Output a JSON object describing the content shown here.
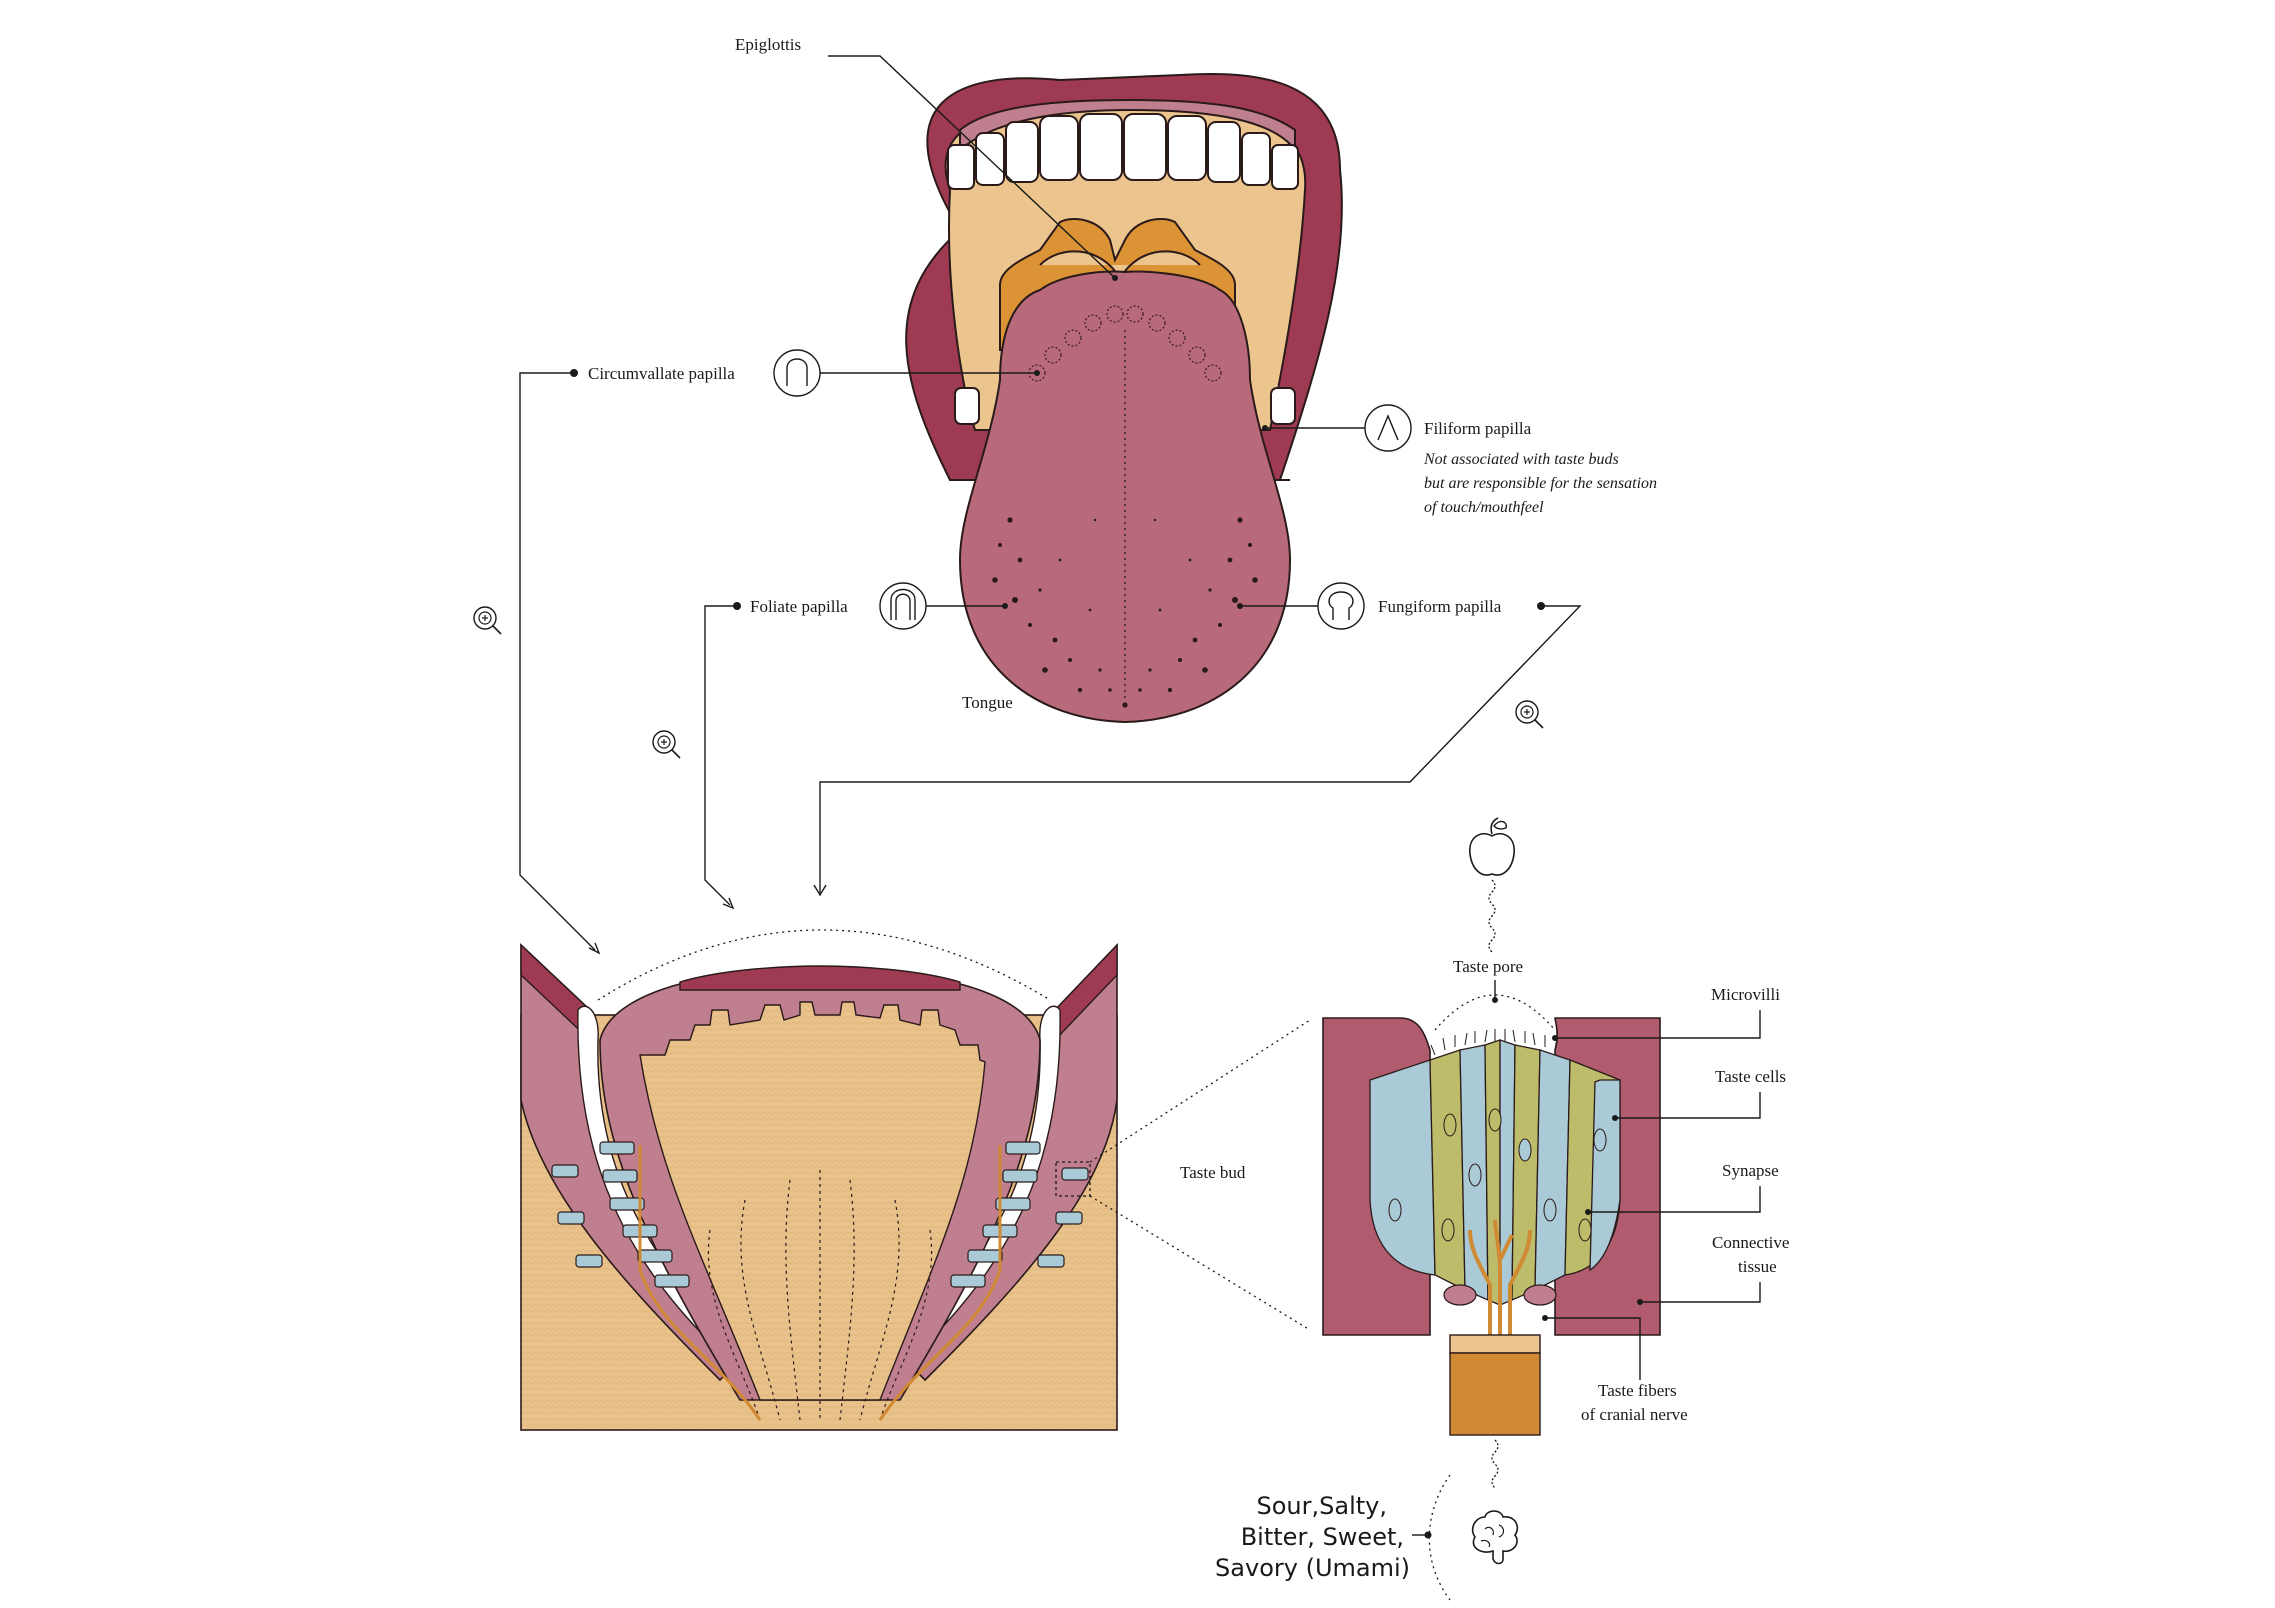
{
  "labels": {
    "epiglottis": "Epiglottis",
    "circumvallate": "Circumvallate papilla",
    "filiform": "Filiform papilla",
    "filiform_note_1": "Not associated with taste buds",
    "filiform_note_2": "but are responsible for the sensation",
    "filiform_note_3": "of touch/mouthfeel",
    "foliate": "Foliate papilla",
    "fungiform": "Fungiform papilla",
    "tongue": "Tongue",
    "taste_pore": "Taste pore",
    "microvilli": "Microvilli",
    "taste_cells": "Taste cells",
    "synapse": "Synapse",
    "connective_1": "Connective",
    "connective_2": "tissue",
    "taste_bud": "Taste bud",
    "fibers_1": "Taste fibers",
    "fibers_2": "of cranial nerve",
    "tastes_1": "Sour,Salty,",
    "tastes_2": "Bitter, Sweet,",
    "tastes_3": "Savory (Umami)"
  },
  "icons": [
    "zoom-in-icon",
    "apple-icon",
    "brain-icon",
    "papilla-icon"
  ],
  "colors": {
    "lip": "#9e3a52",
    "tongue": "#b86a7a",
    "mouth": "#ecc48e",
    "epiglottis": "#dc9336",
    "tissue": "#e8c28a",
    "mucosa": "#c07f8f",
    "cell_blue": "#a9cad6",
    "cell_green": "#bdbc6a",
    "nerve": "#d18a34"
  }
}
